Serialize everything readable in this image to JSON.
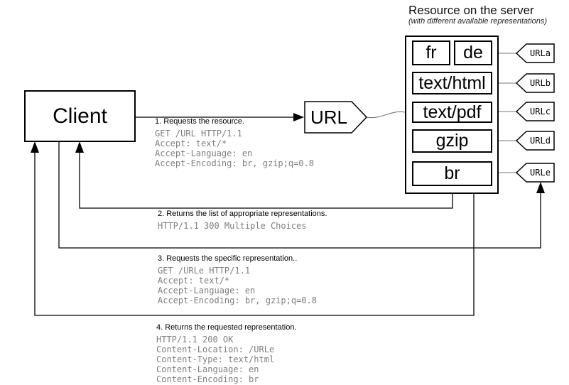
{
  "header": {
    "title": "Resource on the server",
    "subtitle": "(with different available representations)"
  },
  "client": {
    "label": "Client"
  },
  "url_node": {
    "label": "URL"
  },
  "server": {
    "representations": [
      "fr",
      "de",
      "text/html",
      "text/pdf",
      "gzip",
      "br"
    ],
    "url_tags": [
      "URLa",
      "URLb",
      "URLc",
      "URLd",
      "URLe"
    ]
  },
  "messages": [
    {
      "label": "1. Requests the resource.",
      "lines": [
        "GET /URL HTTP/1.1",
        "Accept: text/*",
        "Accept-Language: en",
        "Accept-Encoding: br, gzip;q=0.8"
      ]
    },
    {
      "label": "2. Returns the list of  appropriate representations.",
      "lines": [
        "HTTP/1.1 300 Multiple Choices"
      ]
    },
    {
      "label": "3. Requests the specific representation..",
      "lines": [
        "GET /URLe HTTP/1.1",
        "Accept: text/*",
        "Accept-Language: en",
        "Accept-Encoding: br, gzip;q=0.8"
      ]
    },
    {
      "label": "4. Returns the requested representation.",
      "lines": [
        "HTTP/1.1 200 OK",
        "Content-Location: /URLe",
        "Content-Type: text/html",
        "Content-Language: en",
        "Content-Encoding: br"
      ]
    }
  ],
  "colors": {
    "line": "#000000",
    "muted_text": "#7f7f7f",
    "background": "#ffffff"
  }
}
